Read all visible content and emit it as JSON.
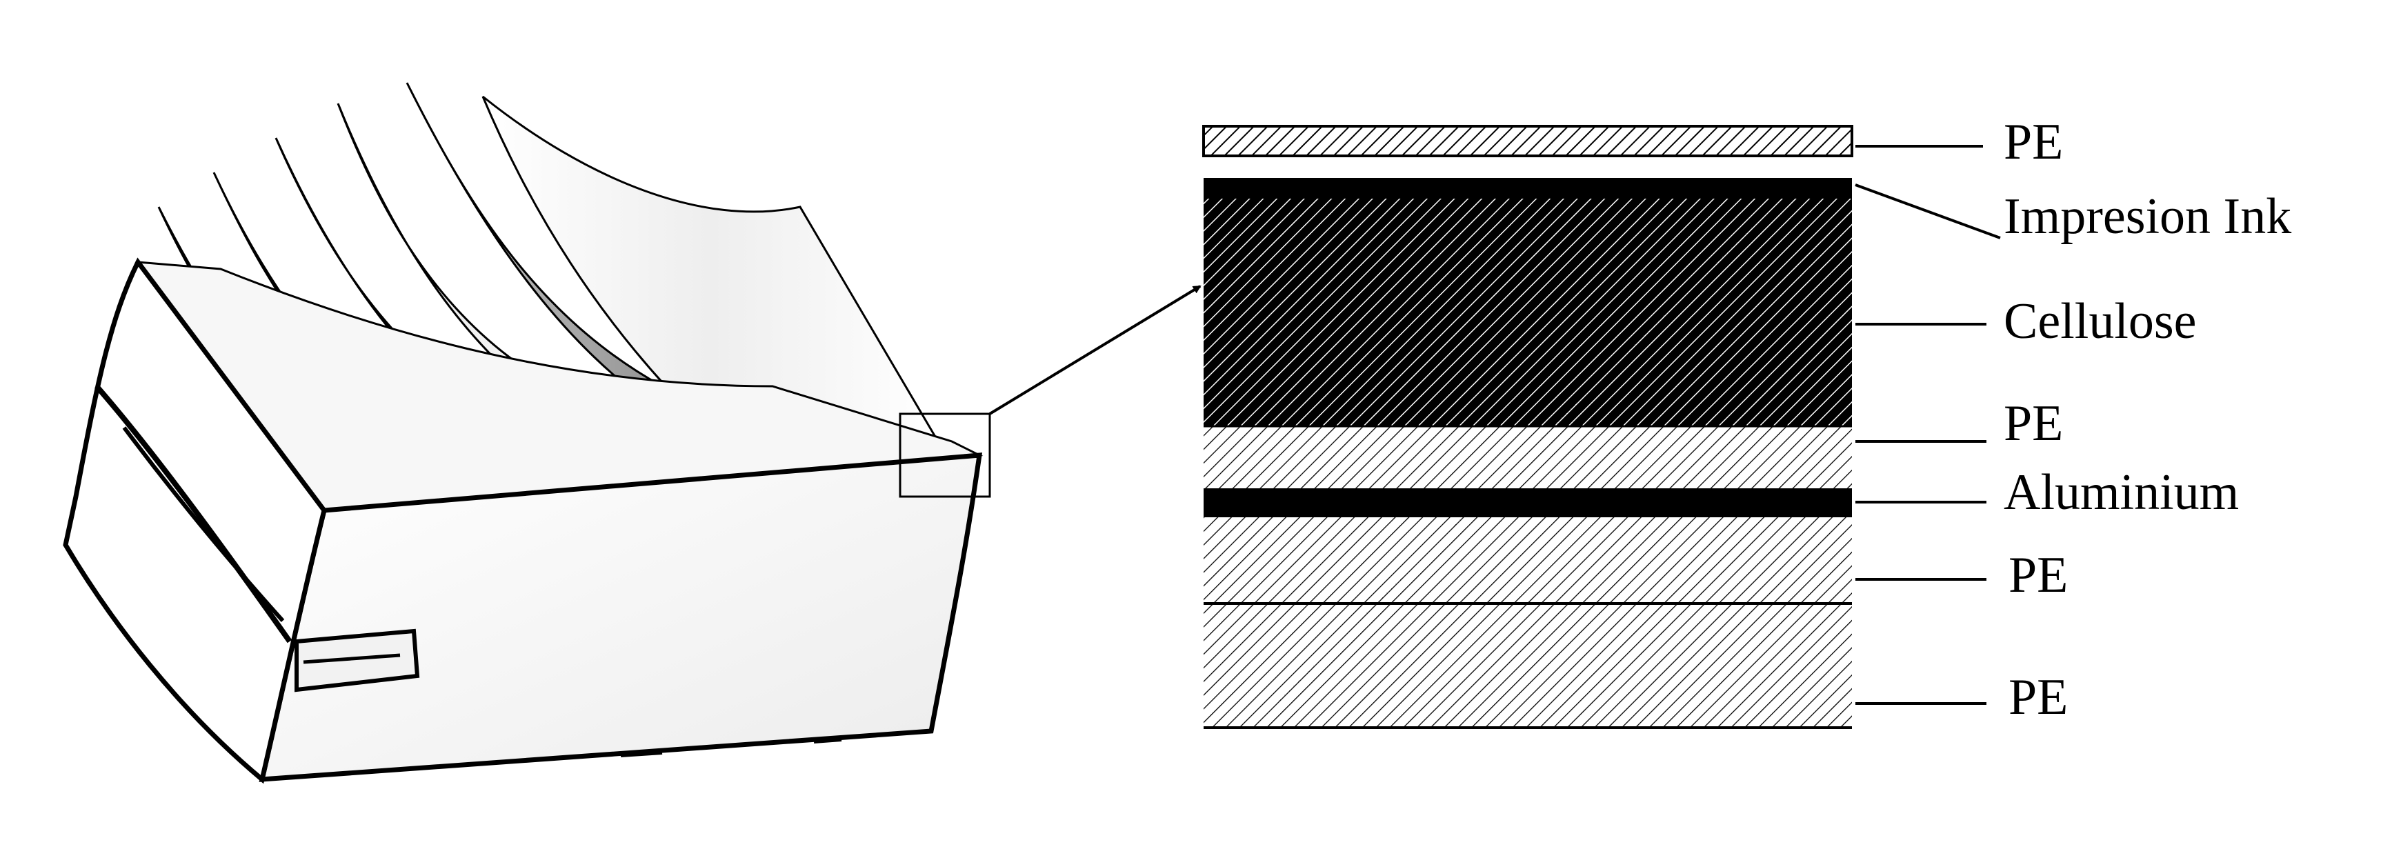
{
  "colors": {
    "ink": "#000000",
    "background": "#ffffff",
    "sheet_shadow": "#9a9a9a",
    "sheet_light": "#e6e6e6",
    "box_face": "#f4f4f4"
  },
  "layers": [
    {
      "id": "pe-top",
      "label": "PE",
      "pattern": "hatch-medium"
    },
    {
      "id": "ink",
      "label": "Impresion Ink",
      "pattern": "solid-black"
    },
    {
      "id": "cellulose",
      "label": "Cellulose",
      "pattern": "hatch-dense"
    },
    {
      "id": "pe-2",
      "label": "PE",
      "pattern": "hatch-light"
    },
    {
      "id": "aluminium",
      "label": "Aluminium",
      "pattern": "solid-black"
    },
    {
      "id": "pe-3",
      "label": "PE",
      "pattern": "hatch-light"
    },
    {
      "id": "pe-bottom",
      "label": "PE",
      "pattern": "hatch-light"
    }
  ]
}
